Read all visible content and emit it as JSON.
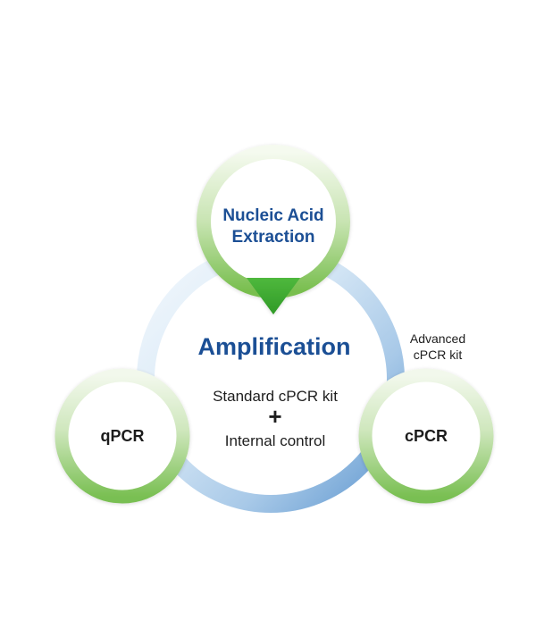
{
  "nodes": {
    "top": {
      "line1": "Nucleic Acid",
      "line2": "Extraction"
    },
    "center": {
      "title": "Amplification",
      "kit": "Standard cPCR kit",
      "plus": "+",
      "control": "Internal control"
    },
    "left": {
      "label": "qPCR"
    },
    "right": {
      "label": "cPCR"
    }
  },
  "side_note": {
    "line1": "Advanced",
    "line2": "cPCR kit"
  },
  "colors": {
    "title_blue": "#1b4f95",
    "ring_green_dark": "#79bf52",
    "ring_green_light": "#eef7e6",
    "ring_blue_dark": "#5f97cf",
    "ring_blue_light": "#f2f7fc",
    "arrow_green": "#3aaa2e",
    "text_dark": "#1e1e1e"
  }
}
